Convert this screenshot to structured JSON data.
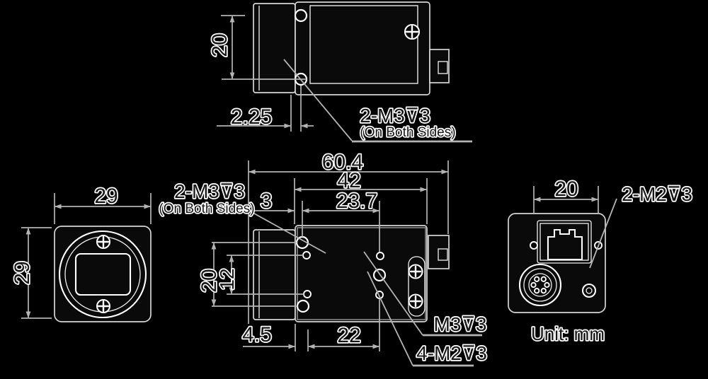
{
  "drawing": {
    "unit_note": "Unit: mm",
    "top_view": {
      "dim_hole_spacing": "20",
      "dim_hole_offset": "2.25",
      "tap_label": "2-M3⊽3",
      "tap_label_note": "(On Both Sides)"
    },
    "front_view": {
      "dim_width": "29",
      "dim_height": "29"
    },
    "side_view": {
      "dim_overall_length": "60.4",
      "dim_body_length": "42",
      "dim_front_to_holes": "3",
      "dim_hole_span": "23.7",
      "dim_hole_spacing_outer": "20",
      "dim_hole_spacing_inner": "12",
      "dim_bottom_offset": "4.5",
      "dim_bottom_span": "22",
      "side_tap_label": "2-M3⊽3",
      "side_tap_label_note": "(On Both Sides)",
      "m3_tap_label": "M3⊽3",
      "m2_tap_label": "4-M2⊽3"
    },
    "back_view": {
      "dim_hole_spacing": "20",
      "tap_label": "2-M2⊽3"
    }
  }
}
